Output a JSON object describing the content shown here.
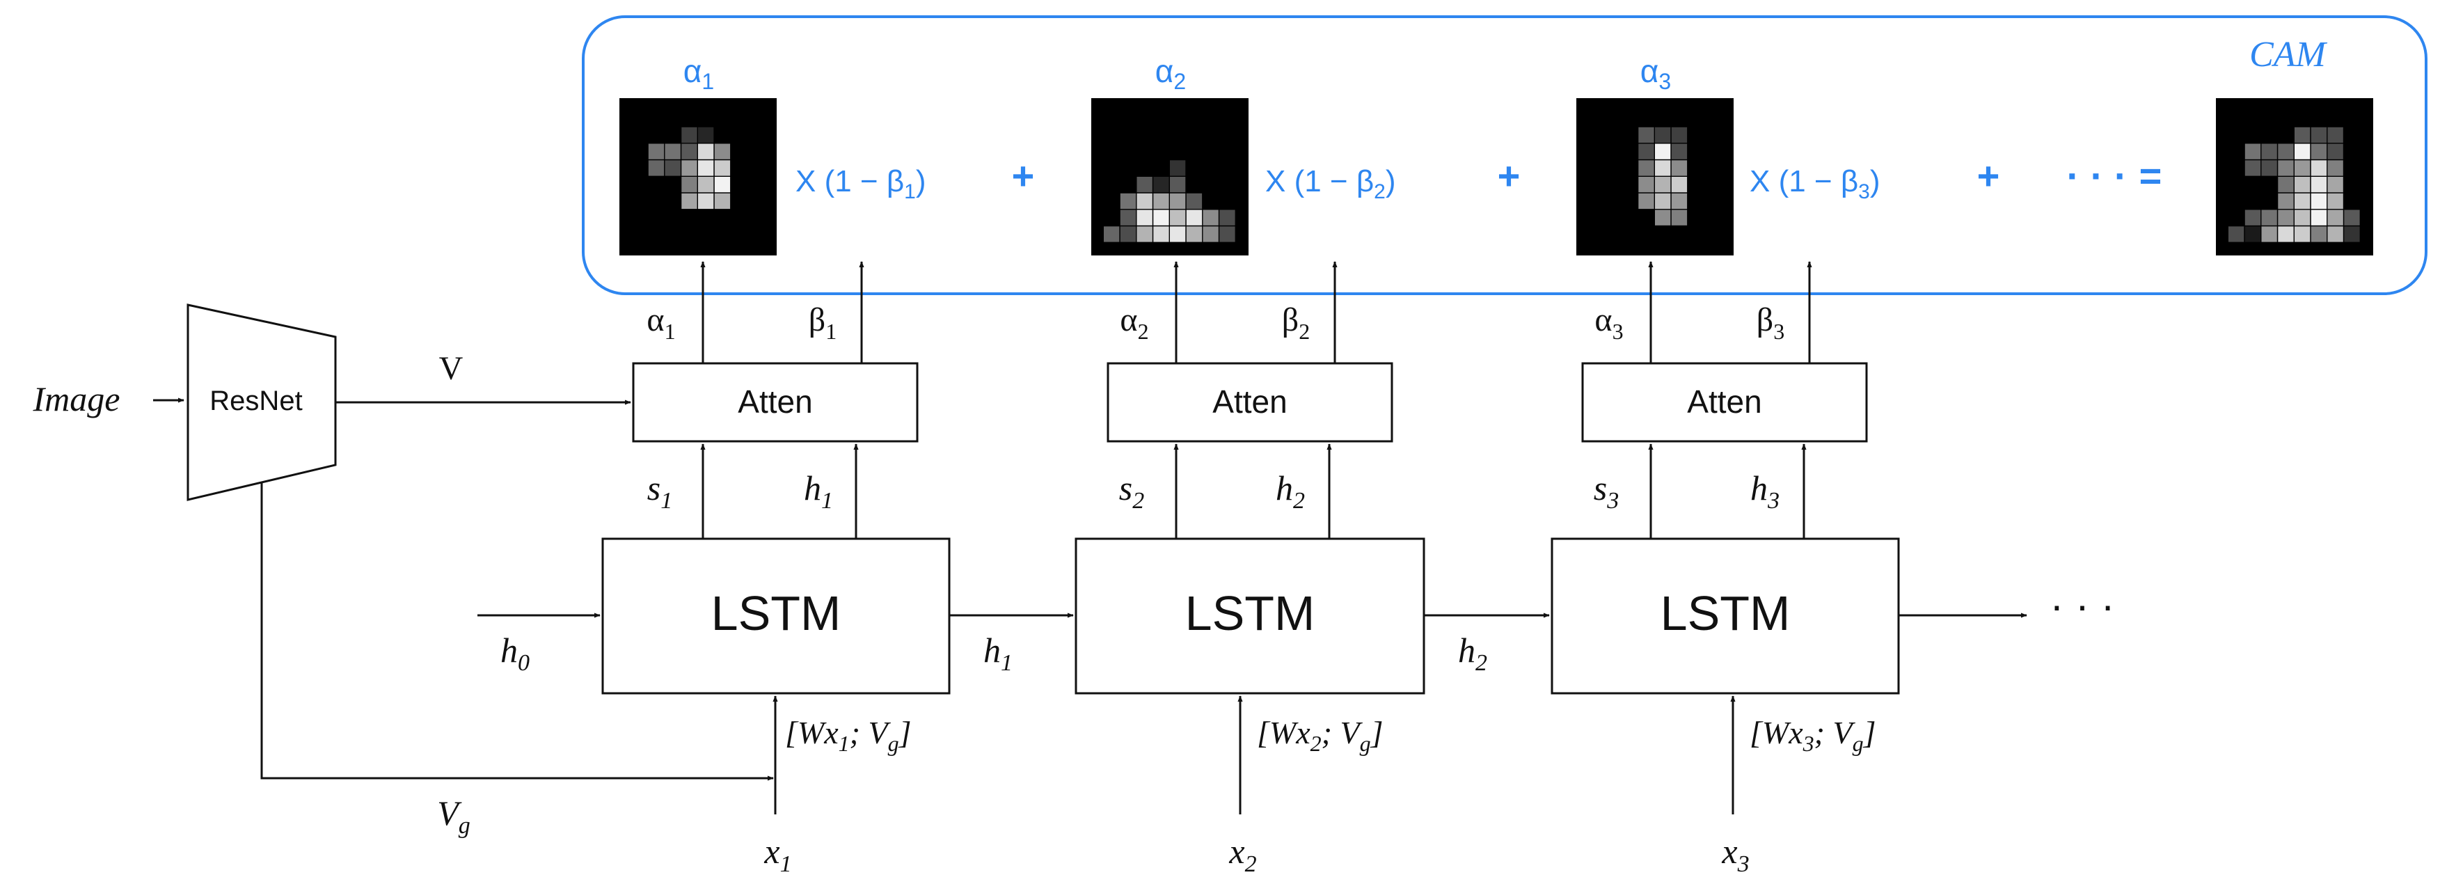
{
  "image_label": "Image",
  "resnet_label": "ResNet",
  "v_label": "V",
  "vg": {
    "base": "V",
    "sub": "g"
  },
  "h0": {
    "base": "h",
    "sub": "0"
  },
  "ellipsis_main": "· · ·",
  "sum_ellipsis": "· · ·",
  "equals": "=",
  "plus": "+",
  "cam_label": "CAM",
  "colors": {
    "accent": "#2e86f0",
    "line": "#111111",
    "heatmap_bg": "#000000"
  },
  "steps": [
    {
      "alpha": {
        "base": "α",
        "sub": "1"
      },
      "beta": {
        "base": "β",
        "sub": "1"
      },
      "s": {
        "base": "s",
        "sub": "1"
      },
      "h": {
        "base": "h",
        "sub": "1"
      },
      "x": {
        "base": "x",
        "sub": "1"
      },
      "input": {
        "pre": "[Wx",
        "sub": "1",
        "mid": "; V",
        "sub2": "g",
        "post": "]"
      },
      "weight": {
        "pre": "X (1 − β",
        "sub": "1",
        "post": ")"
      },
      "atten": "Atten",
      "lstm": "LSTM",
      "heatmap": [
        [
          0,
          0,
          0,
          0,
          0,
          0,
          0,
          0
        ],
        [
          0,
          0,
          0,
          0.25,
          0.15,
          0,
          0,
          0
        ],
        [
          0,
          0.45,
          0.45,
          0.35,
          0.85,
          0.55,
          0,
          0
        ],
        [
          0,
          0.4,
          0.3,
          0.6,
          0.9,
          0.8,
          0,
          0
        ],
        [
          0,
          0,
          0,
          0.5,
          0.75,
          0.95,
          0,
          0
        ],
        [
          0,
          0,
          0,
          0.65,
          0.85,
          0.7,
          0,
          0
        ],
        [
          0,
          0,
          0,
          0,
          0,
          0,
          0,
          0
        ],
        [
          0,
          0,
          0,
          0,
          0,
          0,
          0,
          0
        ]
      ]
    },
    {
      "alpha": {
        "base": "α",
        "sub": "2"
      },
      "beta": {
        "base": "β",
        "sub": "2"
      },
      "s": {
        "base": "s",
        "sub": "2"
      },
      "h": {
        "base": "h",
        "sub": "2"
      },
      "x": {
        "base": "x",
        "sub": "2"
      },
      "input": {
        "pre": "[Wx",
        "sub": "2",
        "mid": "; V",
        "sub2": "g",
        "post": "]"
      },
      "weight": {
        "pre": "X (1 − β",
        "sub": "2",
        "post": ")"
      },
      "atten": "Atten",
      "lstm": "LSTM",
      "heatmap": [
        [
          0,
          0,
          0,
          0,
          0,
          0,
          0,
          0
        ],
        [
          0,
          0,
          0,
          0,
          0,
          0,
          0,
          0
        ],
        [
          0,
          0,
          0,
          0,
          0,
          0,
          0,
          0
        ],
        [
          0,
          0,
          0,
          0,
          0.2,
          0,
          0,
          0
        ],
        [
          0,
          0,
          0.35,
          0.15,
          0.35,
          0,
          0,
          0
        ],
        [
          0,
          0.45,
          0.8,
          0.65,
          0.6,
          0.35,
          0,
          0
        ],
        [
          0,
          0.35,
          0.9,
          0.95,
          0.75,
          0.9,
          0.55,
          0.3
        ],
        [
          0.4,
          0.3,
          0.7,
          0.85,
          0.9,
          0.7,
          0.55,
          0.3
        ]
      ]
    },
    {
      "alpha": {
        "base": "α",
        "sub": "3"
      },
      "beta": {
        "base": "β",
        "sub": "3"
      },
      "s": {
        "base": "s",
        "sub": "3"
      },
      "h": {
        "base": "h",
        "sub": "3"
      },
      "x": {
        "base": "x",
        "sub": "3"
      },
      "input": {
        "pre": "[Wx",
        "sub": "3",
        "mid": "; V",
        "sub2": "g",
        "post": "]"
      },
      "weight": {
        "pre": "X (1 − β",
        "sub": "3",
        "post": ")"
      },
      "atten": "Atten",
      "lstm": "LSTM",
      "heatmap": [
        [
          0,
          0,
          0,
          0,
          0,
          0,
          0,
          0
        ],
        [
          0,
          0,
          0,
          0.35,
          0.25,
          0.25,
          0,
          0
        ],
        [
          0,
          0,
          0,
          0.3,
          0.95,
          0.3,
          0,
          0
        ],
        [
          0,
          0,
          0,
          0.45,
          0.85,
          0.55,
          0,
          0
        ],
        [
          0,
          0,
          0,
          0.55,
          0.7,
          0.8,
          0,
          0
        ],
        [
          0,
          0,
          0,
          0.55,
          0.75,
          0.6,
          0,
          0
        ],
        [
          0,
          0,
          0,
          0,
          0.55,
          0.5,
          0,
          0
        ],
        [
          0,
          0,
          0,
          0,
          0,
          0,
          0,
          0
        ]
      ]
    }
  ],
  "cam_heatmap": [
    [
      0,
      0,
      0,
      0,
      0,
      0,
      0,
      0
    ],
    [
      0,
      0,
      0,
      0,
      0.35,
      0.3,
      0.3,
      0
    ],
    [
      0,
      0.45,
      0.35,
      0.4,
      0.95,
      0.45,
      0.3,
      0
    ],
    [
      0,
      0.35,
      0.3,
      0.5,
      0.6,
      0.85,
      0.5,
      0
    ],
    [
      0,
      0,
      0,
      0.45,
      0.75,
      0.9,
      0.65,
      0
    ],
    [
      0,
      0,
      0,
      0.55,
      0.8,
      0.95,
      0.7,
      0
    ],
    [
      0,
      0.35,
      0.45,
      0.55,
      0.75,
      0.95,
      0.65,
      0.35
    ],
    [
      0.3,
      0.1,
      0.6,
      0.85,
      0.8,
      0.5,
      0.7,
      0.2
    ]
  ]
}
